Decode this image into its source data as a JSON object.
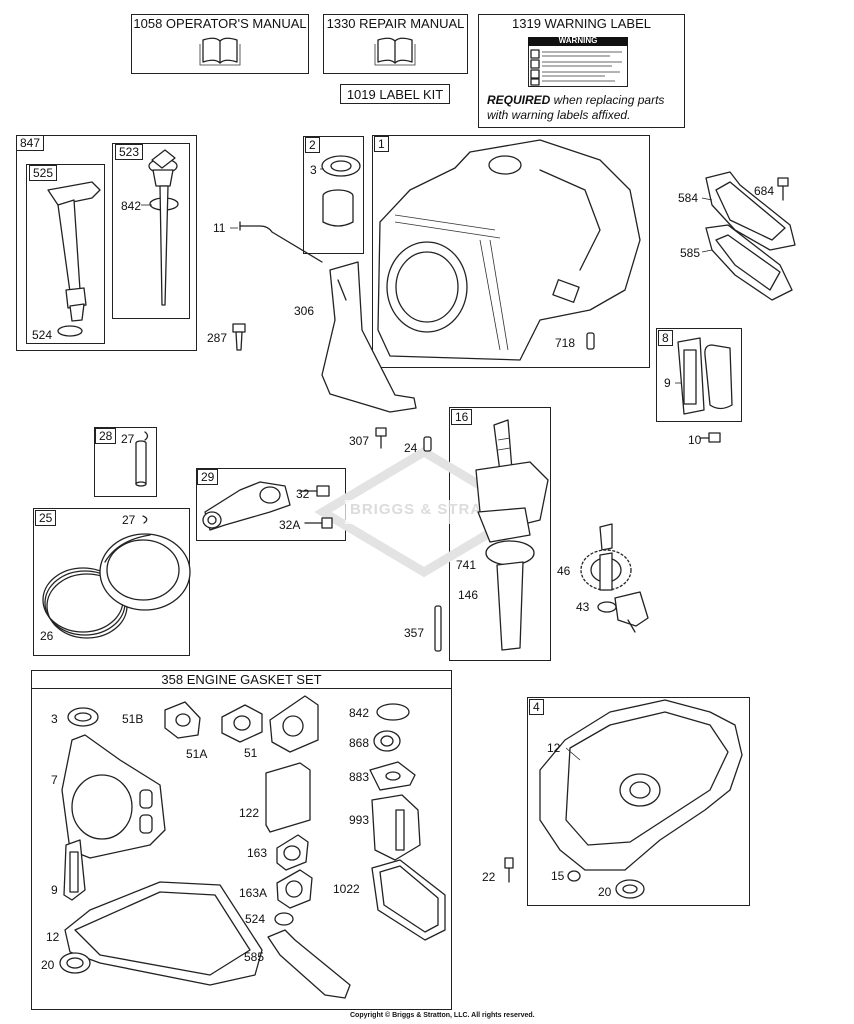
{
  "top": {
    "operators_manual": "1058 OPERATOR'S MANUAL",
    "repair_manual": "1330 REPAIR MANUAL",
    "label_kit": "1019 LABEL KIT",
    "warning_label": "1319 WARNING LABEL",
    "warning_sticker": "WARNING",
    "required_bold": "REQUIRED",
    "required_rest": " when replacing parts",
    "required_line2": "with warning labels affixed."
  },
  "groups": {
    "g847": "847",
    "g525": "525",
    "g523": "523",
    "g2": "2",
    "g1": "1",
    "g8": "8",
    "g28": "28",
    "g29": "29",
    "g16": "16",
    "g25": "25",
    "g4": "4"
  },
  "labels": {
    "l842a": "842",
    "l524a": "524",
    "l11": "11",
    "l287": "287",
    "l306": "306",
    "l3a": "3",
    "l718": "718",
    "l584": "584",
    "l684": "684",
    "l585a": "585",
    "l9a": "9",
    "l10": "10",
    "l307": "307",
    "l24": "24",
    "l27a": "27",
    "l32": "32",
    "l32A": "32A",
    "l27b": "27",
    "l26": "26",
    "l741": "741",
    "l146": "146",
    "l46": "46",
    "l43": "43",
    "l357": "357",
    "l12b": "12",
    "l22": "22",
    "l15": "15",
    "l20b": "20"
  },
  "gasket_set": {
    "title": "358 ENGINE GASKET SET",
    "l3": "3",
    "l51B": "51B",
    "l51A": "51A",
    "l51": "51",
    "l7": "7",
    "l122": "122",
    "l163": "163",
    "l163A": "163A",
    "l524": "524",
    "l585": "585",
    "l9": "9",
    "l12": "12",
    "l20": "20",
    "l842": "842",
    "l868": "868",
    "l883": "883",
    "l993": "993",
    "l1022": "1022"
  },
  "watermark": "BRIGGS & STRATTON",
  "copyright": "Copyright © Briggs & Stratton, LLC. All rights reserved."
}
